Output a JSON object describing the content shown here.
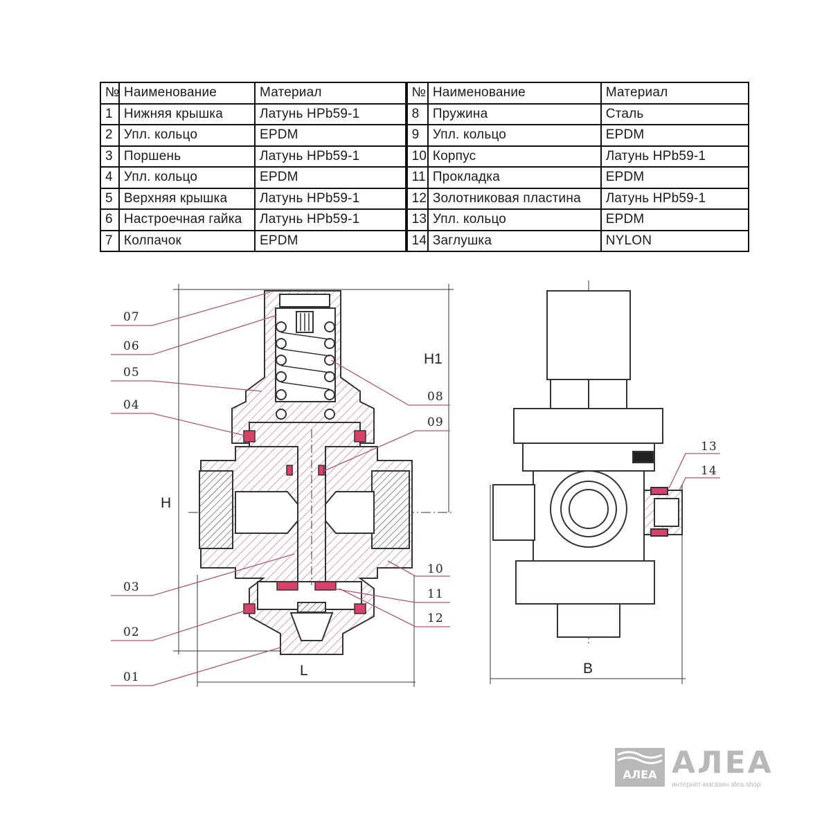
{
  "table": {
    "headers": {
      "num": "№",
      "name": "Наименование",
      "material": "Материал"
    },
    "left_rows": [
      {
        "num": "1",
        "name": "Нижняя крышка",
        "material": "Латунь HPb59-1"
      },
      {
        "num": "2",
        "name": "Упл. кольцо",
        "material": "EPDM"
      },
      {
        "num": "3",
        "name": "Поршень",
        "material": "Латунь HPb59-1"
      },
      {
        "num": "4",
        "name": "Упл. кольцо",
        "material": "EPDM"
      },
      {
        "num": "5",
        "name": "Верхняя крышка",
        "material": "Латунь HPb59-1"
      },
      {
        "num": "6",
        "name": "Настроечная гайка",
        "material": "Латунь HPb59-1"
      },
      {
        "num": "7",
        "name": "Колпачок",
        "material": "EPDM"
      }
    ],
    "right_rows": [
      {
        "num": "8",
        "name": "Пружина",
        "material": "Сталь"
      },
      {
        "num": "9",
        "name": "Упл. кольцо",
        "material": "EPDM"
      },
      {
        "num": "10",
        "name": "Корпус",
        "material": "Латунь HPb59-1"
      },
      {
        "num": "11",
        "name": "Прокладка",
        "material": "EPDM"
      },
      {
        "num": "12",
        "name": "Золотниковая пластина",
        "material": "Латунь HPb59-1"
      },
      {
        "num": "13",
        "name": "Упл. кольцо",
        "material": "EPDM"
      },
      {
        "num": "14",
        "name": "Заглушка",
        "material": "NYLON"
      }
    ]
  },
  "drawing": {
    "callouts_left": [
      "07",
      "06",
      "05",
      "04",
      "03",
      "02",
      "01"
    ],
    "callouts_right": [
      "08",
      "09",
      "10",
      "11",
      "12"
    ],
    "callouts_side": [
      "13",
      "14"
    ],
    "dimensions": {
      "height": "H",
      "height_top": "H1",
      "length": "L",
      "width": "B"
    },
    "colors": {
      "hatch": "#c98a9a",
      "seal": "#d9416a",
      "outline": "#333333"
    }
  },
  "logo": {
    "word": "АЛЕА",
    "subtitle": "интернет-магазин alea.shop",
    "mark_text": "АЛЕА"
  }
}
